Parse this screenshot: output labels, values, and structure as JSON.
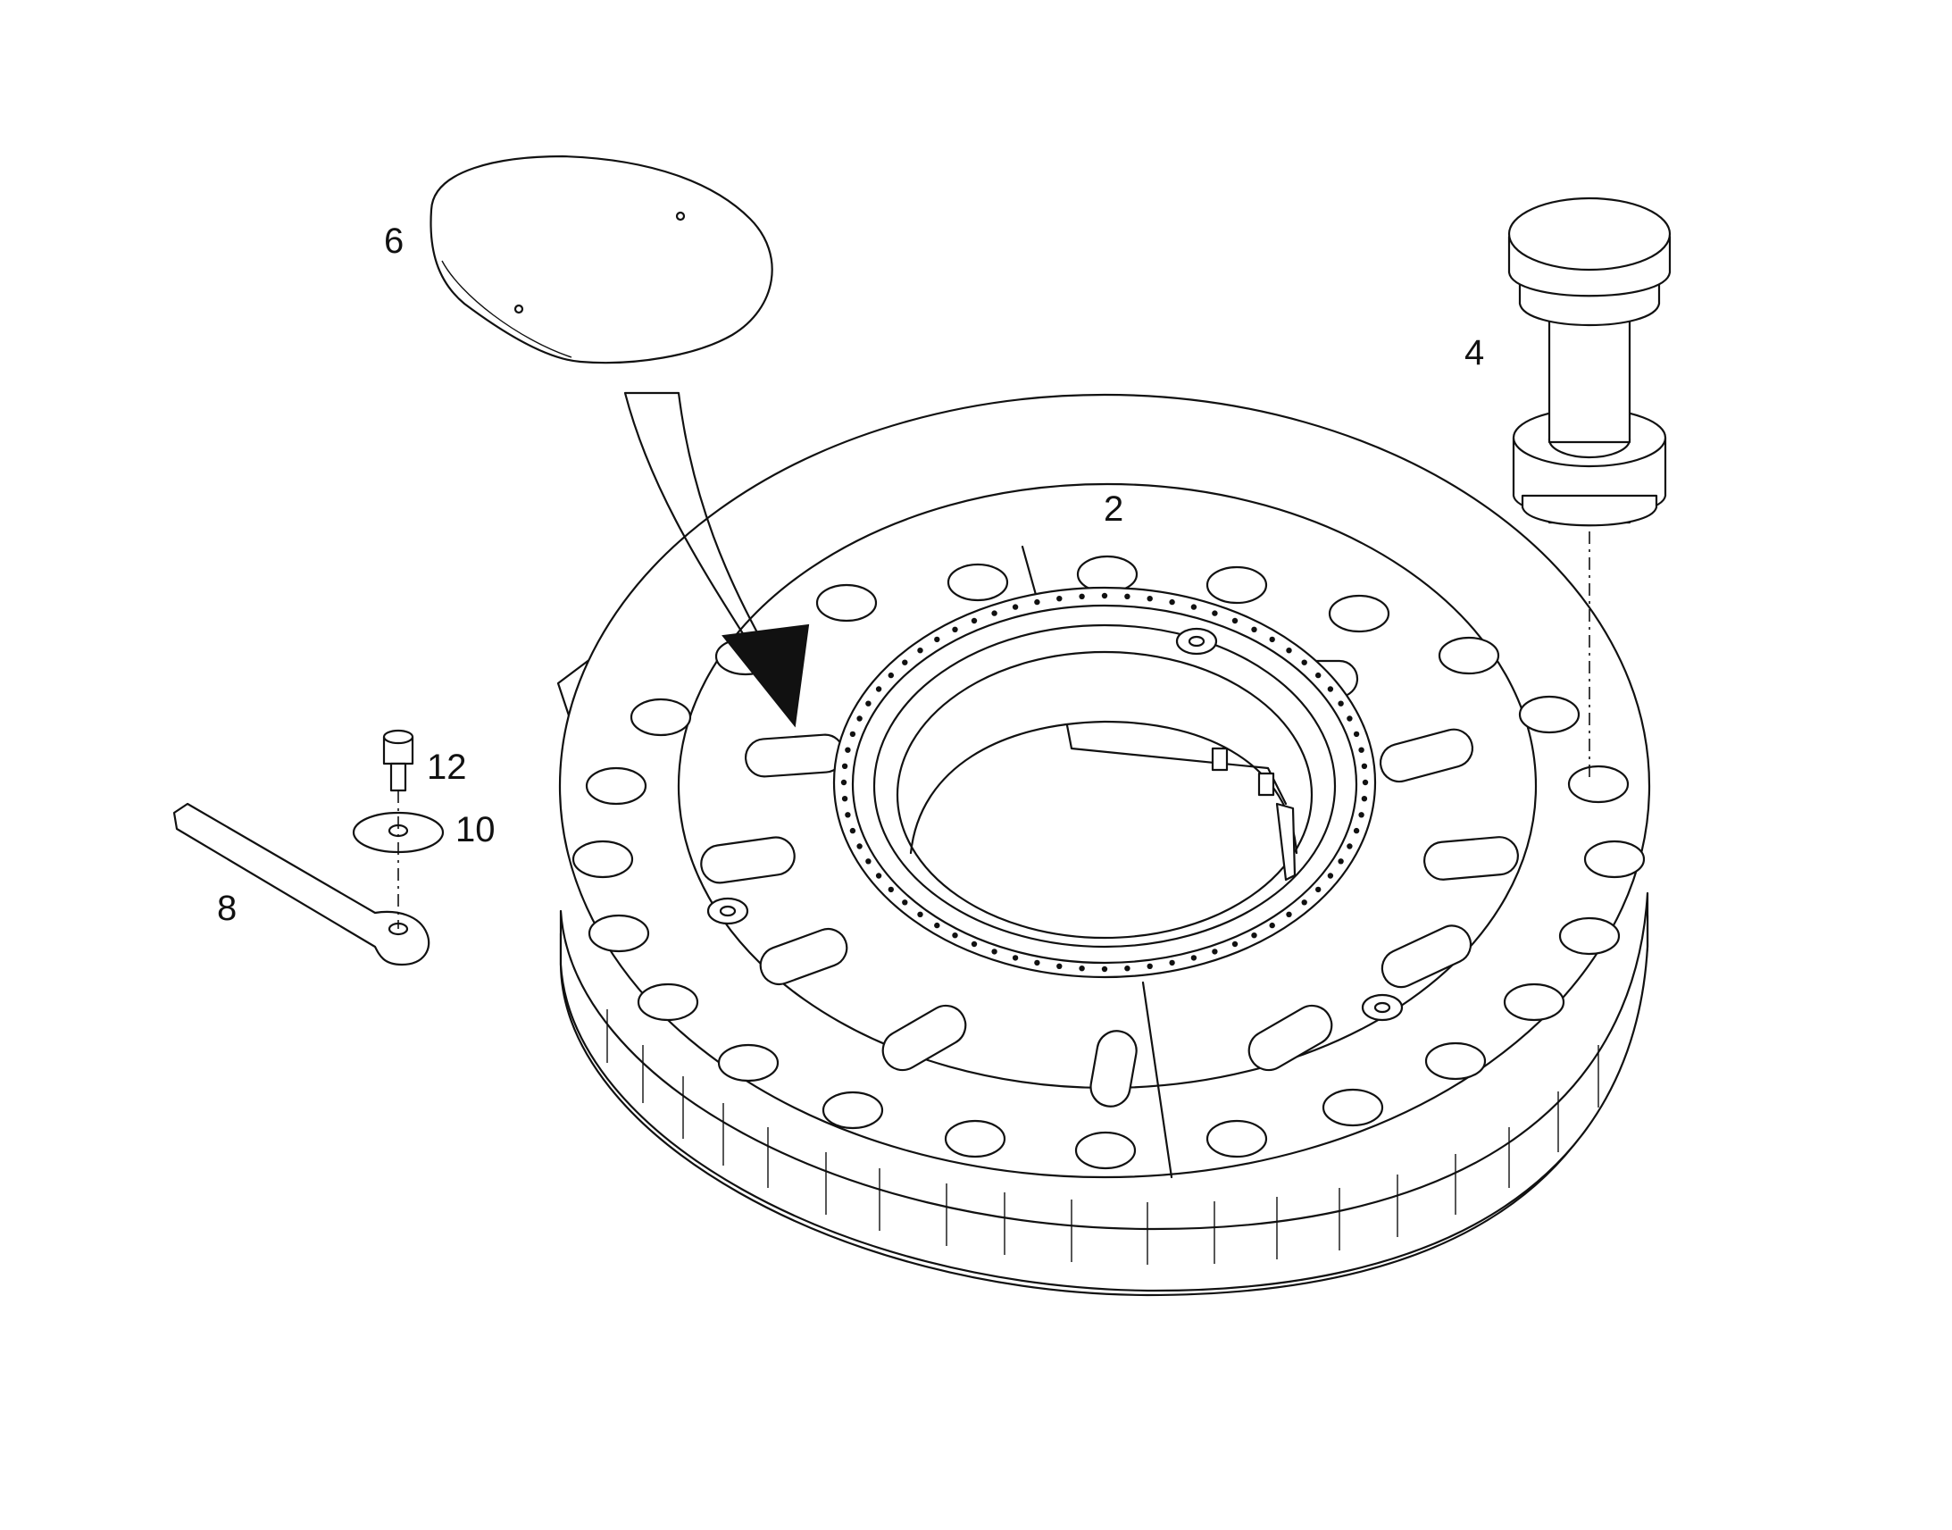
{
  "callouts": {
    "cover": "6",
    "pin": "4",
    "bearing_housing": "2",
    "bolt": "12",
    "washer": "10",
    "lever": "8"
  }
}
